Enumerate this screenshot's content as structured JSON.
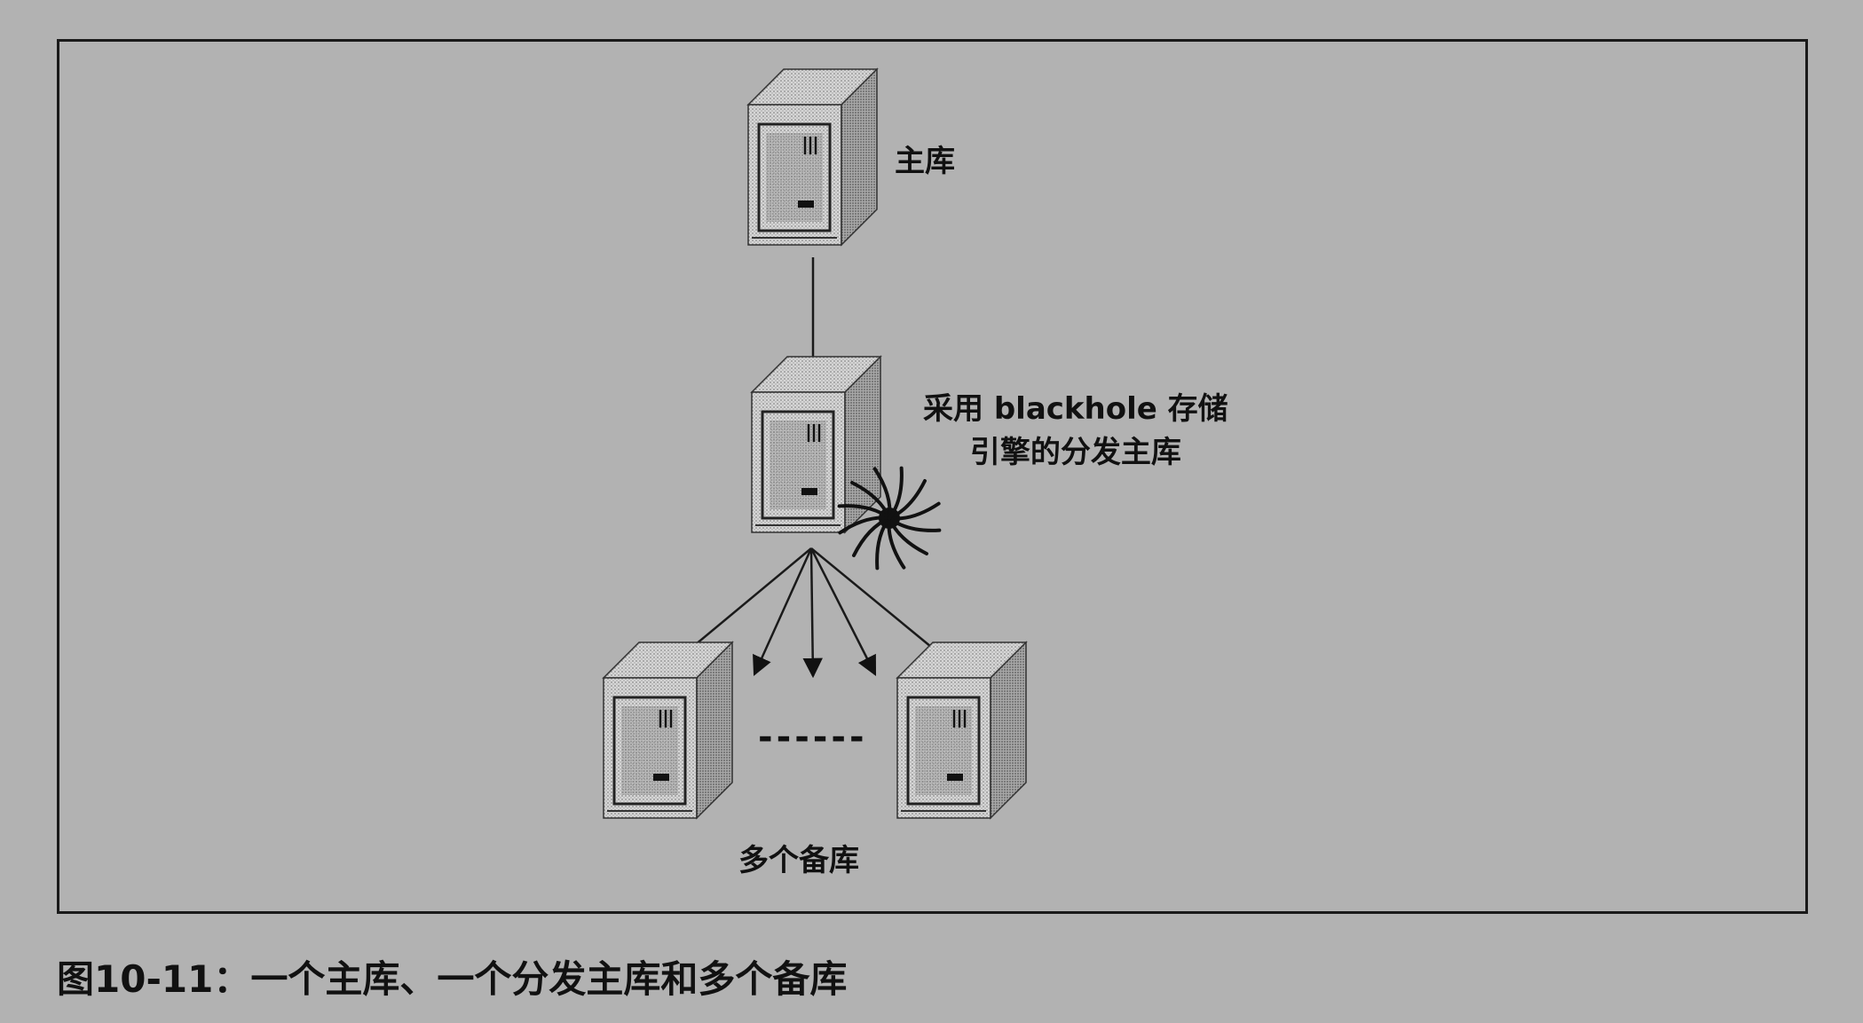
{
  "diagram": {
    "master_label": "主库",
    "distribution_label_line1": "采用 blackhole 存储",
    "distribution_label_line2": "引擎的分发主库",
    "slaves_label": "多个备库",
    "ellipsis": "------"
  },
  "caption": "图10-11：一个主库、一个分发主库和多个备库",
  "icons": {
    "server": "server-tower-icon",
    "blackhole": "blackhole-swirl-icon"
  },
  "colors": {
    "background": "#b2b2b2",
    "line": "#1a1a1a"
  }
}
